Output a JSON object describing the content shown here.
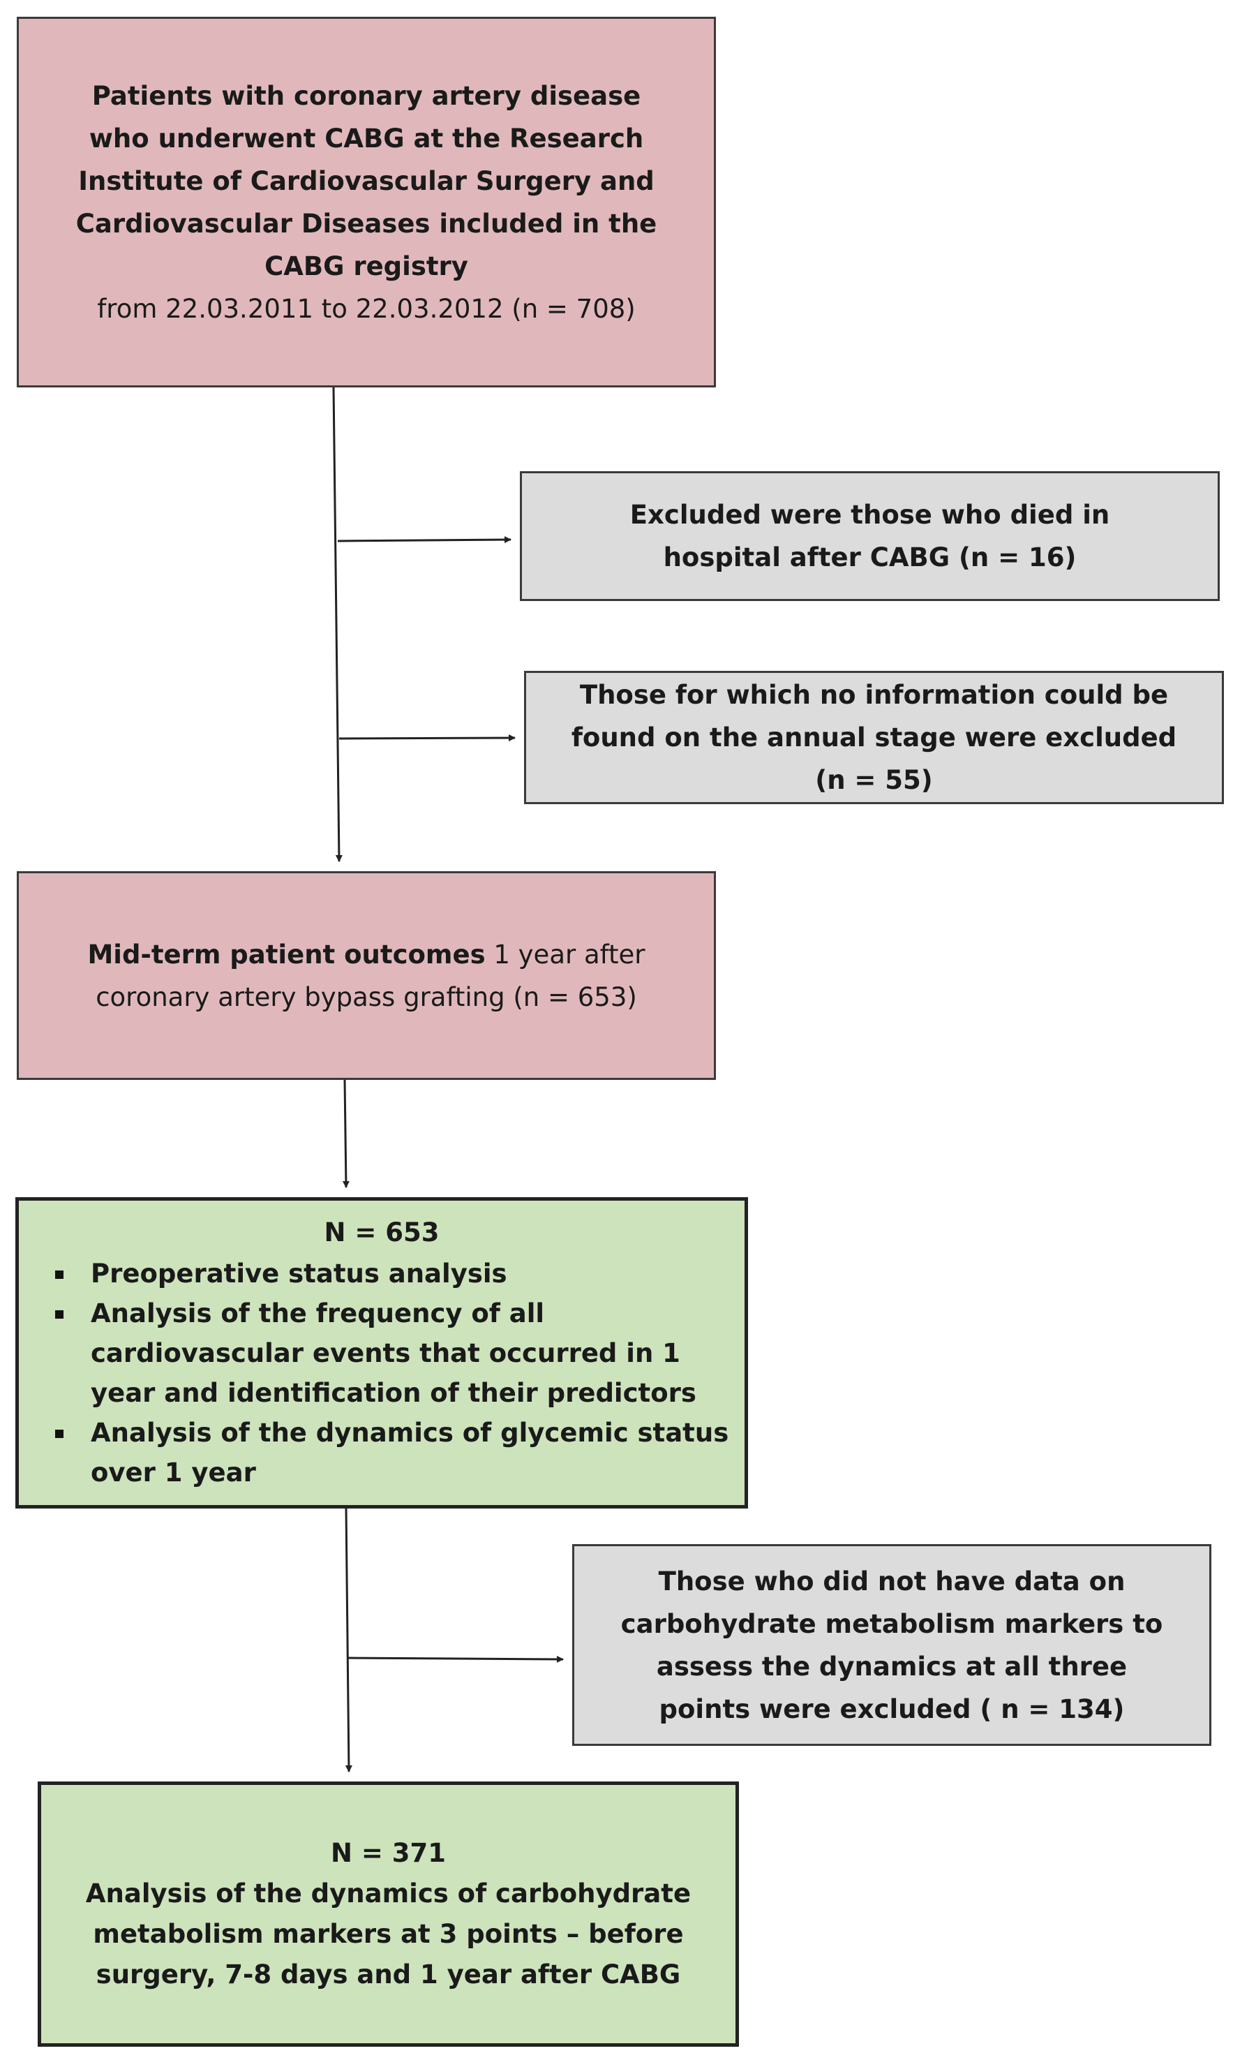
{
  "nodes": {
    "registry": {
      "bold": "Patients with coronary artery disease who underwent CABG at the Research Institute of Cardiovascular Surgery and Cardiovascular Diseases included in the CABG registry",
      "normal": "from 22.03.2011 to 22.03.2012 (n = 708)"
    },
    "excluded_died": "Excluded were those who died in hospital after CABG (n = 16)",
    "excluded_no_info": "Those for which no information could be found on the annual stage were excluded (n = 55)",
    "midterm": {
      "bold": "Mid-term patient outcomes",
      "normal": " 1 year after coronary artery bypass grafting (n = 653)"
    },
    "group_653": {
      "title": "N = 653",
      "items": [
        "Preoperative status analysis",
        "Analysis of the frequency of all cardiovascular events that occurred in 1 year and identification of their predictors",
        "Analysis of the dynamics of glycemic status over 1 year"
      ]
    },
    "excluded_no_data": "Those who did not have data on carbohydrate metabolism markers to assess the dynamics at all three points were excluded ( n = 134)",
    "group_371": {
      "title": "N = 371",
      "text": "Analysis of the dynamics of carbohydrate metabolism markers at 3 points – before surgery, 7-8 days and 1 year after CABG"
    }
  },
  "colors": {
    "pink": "#e0b8bb",
    "gray": "#dcdcdc",
    "green": "#cde3bc"
  }
}
